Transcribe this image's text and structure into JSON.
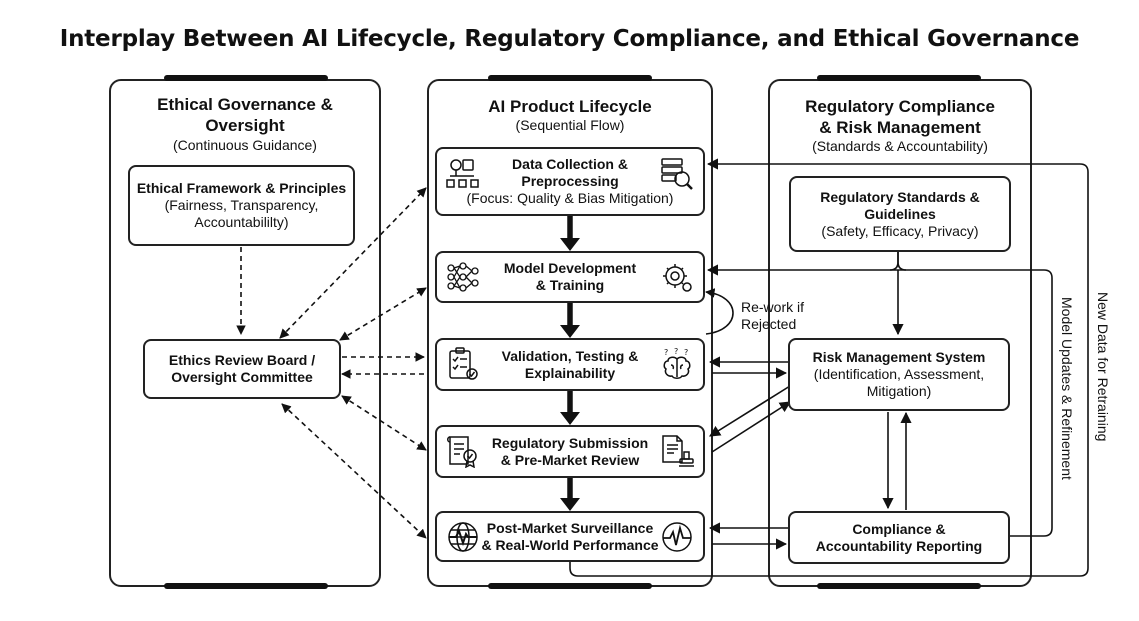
{
  "title": "Interplay Between AI Lifecycle, Regulatory Compliance, and Ethical Governance",
  "panels": {
    "ethics": {
      "title": "Ethical Governance & Oversight",
      "subtitle": "(Continuous Guidance)",
      "framework": {
        "title": "Ethical Framework & Principles",
        "detail": "(Fairness, Transparency, Accountabililty)"
      },
      "board": {
        "title": "Ethics Review Board / Oversight Committee"
      }
    },
    "lifecycle": {
      "title": "AI Product Lifecycle",
      "subtitle": "(Sequential Flow)",
      "steps": [
        {
          "title": "Data Collection & Preprocessing",
          "detail": "(Focus: Quality & Bias Mitigation)"
        },
        {
          "title": "Model Development & Training",
          "detail": ""
        },
        {
          "title": "Validation, Testing & Explainability",
          "detail": ""
        },
        {
          "title": "Regulatory Submission & Pre-Market Review",
          "detail": ""
        },
        {
          "title": "Post-Market Surveillance & Real-World Performance",
          "detail": ""
        }
      ]
    },
    "regulatory": {
      "title": "Regulatory Compliance & Risk Management",
      "subtitle": "(Standards & Accountability)",
      "standards": {
        "title": "Regulatory Standards & Guidelines",
        "detail": "(Safety, Efficacy, Privacy)"
      },
      "risk": {
        "title": "Risk Management System",
        "detail": "(Identification, Assessment, Mitigation)"
      },
      "compliance": {
        "title": "Compliance & Accountability Reporting"
      }
    }
  },
  "labels": {
    "rework": "Re-work if Rejected",
    "model_updates": "Model Updates & Refinement",
    "new_data": "New Data for Retraining"
  },
  "icons": {
    "data_left": "data-flow-icon",
    "data_right": "data-search-icon",
    "model_left": "neural-network-icon",
    "model_right": "gear-cycle-icon",
    "validation_left": "checklist-icon",
    "validation_right": "brain-question-icon",
    "submission_left": "certificate-icon",
    "submission_right": "stamped-document-icon",
    "postmarket_left": "globe-pulse-icon",
    "postmarket_right": "heartbeat-icon"
  }
}
